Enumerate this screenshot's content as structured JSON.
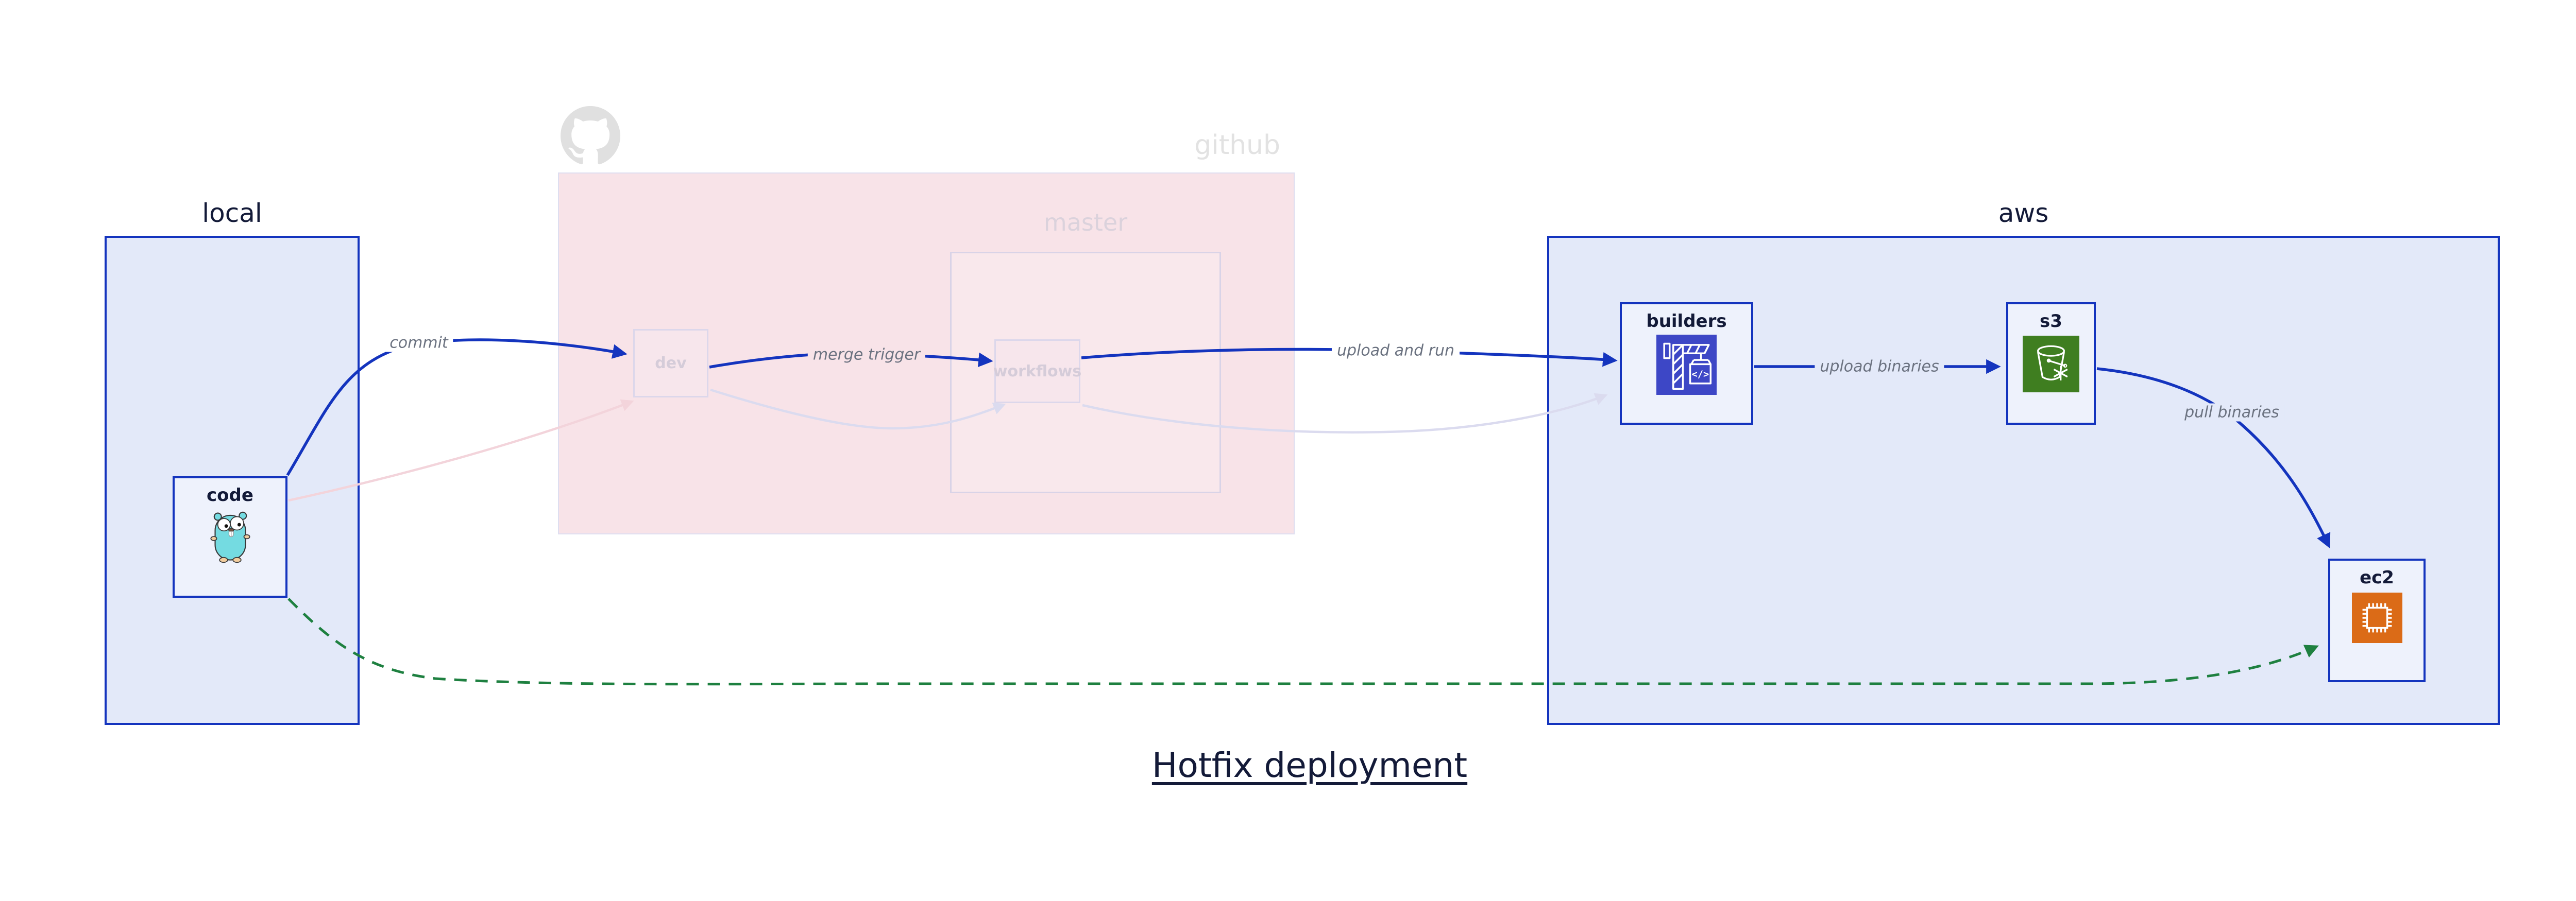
{
  "title": {
    "text": "Hotfix deployment"
  },
  "clusters": {
    "local": {
      "label": "local"
    },
    "github": {
      "label": "github"
    },
    "master": {
      "label": "master"
    },
    "aws": {
      "label": "aws"
    }
  },
  "nodes": {
    "code": {
      "label": "code",
      "icon": "go-gopher-icon"
    },
    "dev": {
      "label": "dev"
    },
    "workflows": {
      "label": "workflows"
    },
    "builders": {
      "label": "builders",
      "icon": "codebuild-crane-icon"
    },
    "s3": {
      "label": "s3",
      "icon": "s3-glacier-bucket-icon"
    },
    "ec2": {
      "label": "ec2",
      "icon": "ec2-chip-icon"
    }
  },
  "edges": [
    {
      "from": "code",
      "to": "dev",
      "label": "commit",
      "style": "solid-blue"
    },
    {
      "from": "dev",
      "to": "workflows",
      "label": "merge trigger",
      "style": "solid-blue"
    },
    {
      "from": "workflows",
      "to": "builders",
      "label": "upload and run",
      "style": "solid-blue"
    },
    {
      "from": "builders",
      "to": "s3",
      "label": "upload binaries",
      "style": "solid-blue"
    },
    {
      "from": "s3",
      "to": "ec2",
      "label": "pull binaries",
      "style": "solid-blue"
    },
    {
      "from": "code",
      "to": "ec2",
      "label": "",
      "style": "dashed-green-hotfix"
    },
    {
      "from": "code",
      "to": "dev",
      "label": "",
      "style": "faded-pink"
    },
    {
      "from": "dev",
      "to": "workflows",
      "label": "",
      "style": "faded-lavender"
    },
    {
      "from": "workflows",
      "to": "builders",
      "label": "",
      "style": "faded-lavender"
    }
  ],
  "colors": {
    "blue": "#1434BE",
    "navy": "#131A38",
    "green": "#1E8040",
    "gray-label": "#6B7280",
    "cluster-blue-fill": "#E3E9F9",
    "node-fill": "#EEF2FC",
    "github-fill": "#F8E3E8",
    "master-fill": "#F9E8EC",
    "master-border": "#D9D3E7",
    "faded-node-fill": "#F7E6EC",
    "faded-node-border": "#DCD7EB",
    "faded-node-label": "#D5CCD9",
    "github-label": "#E2E2E2",
    "master-label": "#DBD2DC",
    "edge-pink": "#F3D4DB",
    "edge-lavender": "#DBDBEF",
    "codebuild-indigo": "#3D47C6",
    "s3-green": "#3F7E20",
    "ec2-orange": "#DB6B17",
    "logo-gray": "#E0E0E0"
  }
}
